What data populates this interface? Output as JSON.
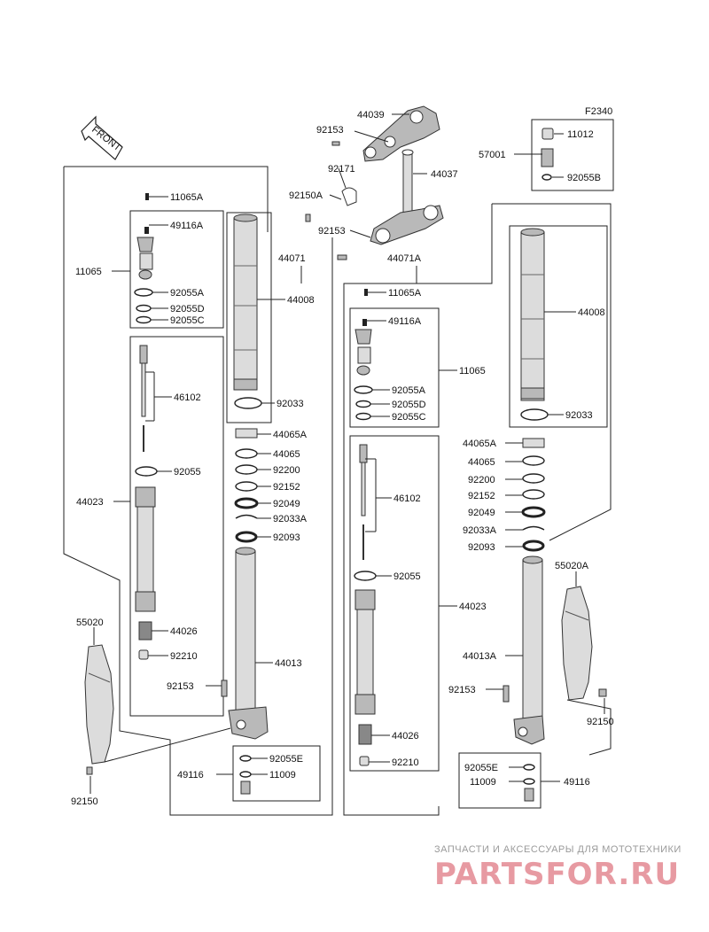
{
  "figure_code": "F2340",
  "front_label": "FRONT",
  "watermark": {
    "line1": "ЗАПЧАСТИ И АКСЕССУАРЫ ДЛЯ МОТОТЕХНИКИ",
    "line2": "PARTSFOR.RU"
  },
  "top": {
    "p44039": "44039",
    "p92153a": "92153",
    "p92171": "92171",
    "p44037": "44037",
    "p92150A": "92150A",
    "p92153b": "92153",
    "p57001": "57001",
    "p11012": "11012",
    "p92055B": "92055B",
    "p44071": "44071",
    "p44071A": "44071A"
  },
  "left": {
    "p11065A": "11065A",
    "p49116A": "49116A",
    "p11065": "11065",
    "p92055A": "92055A",
    "p92055D": "92055D",
    "p92055C": "92055C",
    "p44008": "44008",
    "p92033": "92033",
    "p46102": "46102",
    "p92055": "92055",
    "p44023": "44023",
    "p44065A": "44065A",
    "p44065": "44065",
    "p92200": "92200",
    "p92152": "92152",
    "p92049": "92049",
    "p92033A": "92033A",
    "p92093": "92093",
    "p44026": "44026",
    "p92210": "92210",
    "p44013": "44013",
    "p55020": "55020",
    "p92153": "92153",
    "p92055E": "92055E",
    "p49116": "49116",
    "p11009": "11009",
    "p92150": "92150"
  },
  "right": {
    "p11065A": "11065A",
    "p49116A": "49116A",
    "p11065": "11065",
    "p92055A": "92055A",
    "p92055D": "92055D",
    "p92055C": "92055C",
    "p44008": "44008",
    "p92033": "92033",
    "p44065A": "44065A",
    "p44065": "44065",
    "p92200": "92200",
    "p92152": "92152",
    "p92049": "92049",
    "p92033A": "92033A",
    "p92093": "92093",
    "p46102": "46102",
    "p92055": "92055",
    "p44023": "44023",
    "p55020A": "55020A",
    "p44013A": "44013A",
    "p92153": "92153",
    "p92150": "92150",
    "p44026": "44026",
    "p92210": "92210",
    "p92055E": "92055E",
    "p11009": "11009",
    "p49116": "49116"
  }
}
